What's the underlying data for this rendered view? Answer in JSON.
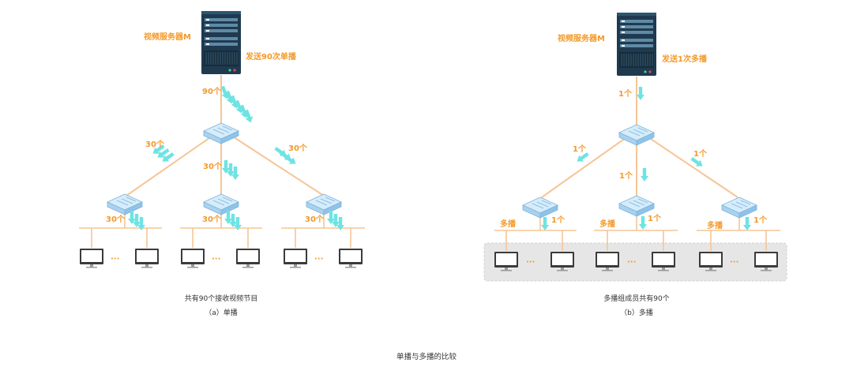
{
  "colors": {
    "label_orange": "#f39a2b",
    "link_peach": "#f6c596",
    "arrow_cyan": "#6fe3e3",
    "switch_blue": "#bfe0f7",
    "server_dark": "#1f3a4f",
    "group_box_gray": "#e6e6e6"
  },
  "unicast": {
    "server_label": "视频服务器M",
    "send_label": "发送90次单播",
    "top_link_count": "90个",
    "level1_left_count": "30个",
    "level1_mid_count": "30个",
    "level1_right_count": "30个",
    "level2_left_count": "30个",
    "level2_mid_count": "30个",
    "level2_right_count": "30个",
    "ellipsis": "···",
    "summary": "共有90个接收视频节目",
    "caption": "（a）单播"
  },
  "multicast": {
    "server_label": "视频服务器M",
    "send_label": "发送1次多播",
    "top_link_count": "1个",
    "level1_left_count": "1个",
    "level1_mid_count": "1个",
    "level1_right_count": "1个",
    "level2_left_count": "1个",
    "level2_mid_count": "1个",
    "level2_right_count": "1个",
    "multicast_tag_left": "多播",
    "multicast_tag_mid": "多播",
    "multicast_tag_right": "多播",
    "ellipsis": "···",
    "summary": "多播组成员共有90个",
    "caption": "（b）多播"
  },
  "figure_caption": "单播与多播的比较",
  "icons": [
    "server-icon",
    "switch-icon",
    "monitor-icon",
    "arrow-icon"
  ]
}
